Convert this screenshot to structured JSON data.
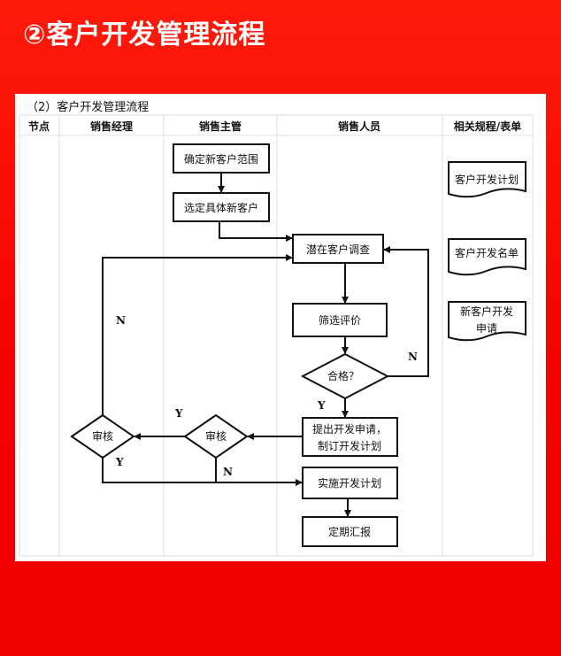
{
  "title": "②客户开发管理流程",
  "subtitle": "（2）客户开发管理流程",
  "columns": [
    "节点",
    "销售经理",
    "销售主管",
    "销售人员",
    "相关规程/表单"
  ],
  "steps": {
    "define_scope": "确定新客户范围",
    "select_customer": "选定具体新客户",
    "survey": "潜在客户调查",
    "screen": "筛选评价",
    "qualified": "合格？",
    "apply_line1": "提出开发申请，",
    "apply_line2": "制订开发计划",
    "review_supervisor": "审核",
    "review_manager": "审核",
    "implement": "实施开发计划",
    "report": "定期汇报"
  },
  "labels": {
    "n1": "N",
    "n2": "N",
    "n3": "N",
    "y1": "Y",
    "y2": "Y",
    "y3": "Y"
  },
  "documents": {
    "doc1": "客户开发计划",
    "doc2": "客户开发名单",
    "doc3_line1": "新客户开发",
    "doc3_line2": "申请"
  }
}
